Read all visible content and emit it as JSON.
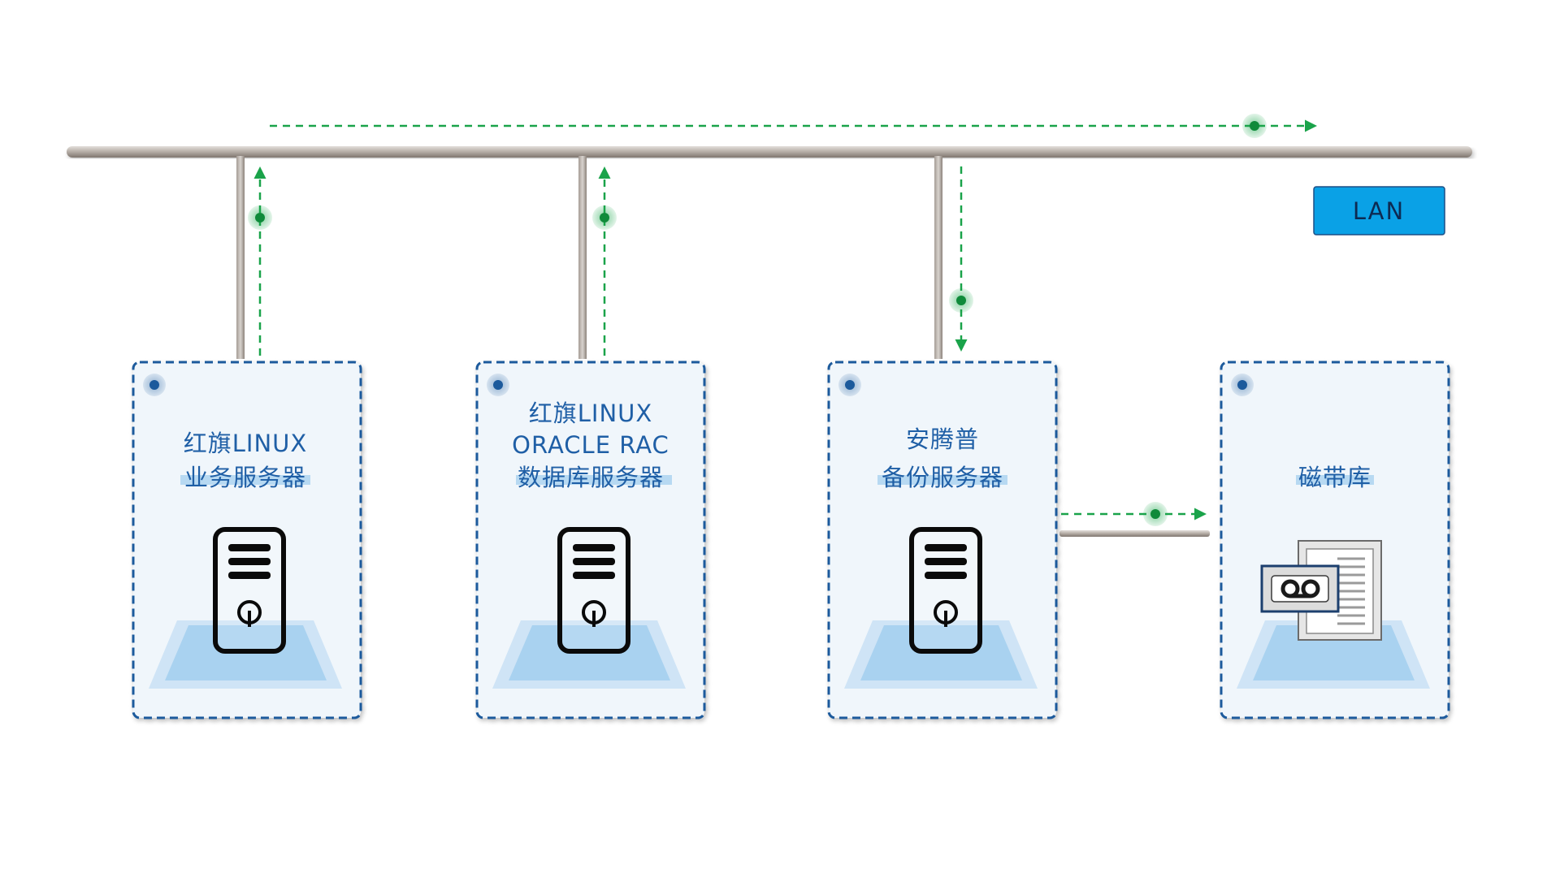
{
  "network": {
    "label": "LAN"
  },
  "nodes": [
    {
      "id": "app-server",
      "lines": [
        "红旗LINUX",
        "业务服务器"
      ],
      "icon": "server-icon"
    },
    {
      "id": "db-server",
      "lines": [
        "红旗LINUX",
        "ORACLE RAC",
        "数据库服务器"
      ],
      "icon": "server-icon"
    },
    {
      "id": "backup-server",
      "lines": [
        "安腾普",
        "备份服务器"
      ],
      "icon": "server-icon"
    },
    {
      "id": "tape-library",
      "lines": [
        "磁带库"
      ],
      "icon": "tape-library-icon"
    }
  ],
  "colors": {
    "box_border": "#1c5a9c",
    "box_fill": "#f0f6fb",
    "title_text": "#1f5fa6",
    "flow_arrow": "#1aa34a",
    "pipe": "#b7b0aa",
    "lan_fill": "#0aa1e6",
    "pad_fill": "#a9d2f0"
  }
}
